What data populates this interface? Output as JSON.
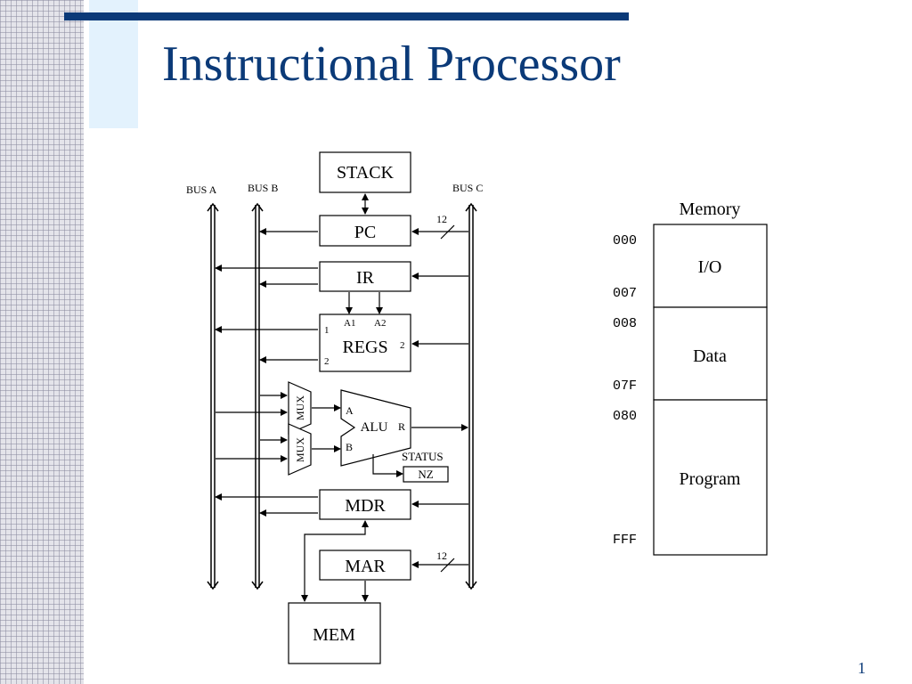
{
  "slide": {
    "title": "Instructional Processor",
    "page_number": "1",
    "accent_color": "#0b3a78"
  },
  "buses": {
    "a": "BUS A",
    "b": "BUS B",
    "c": "BUS C"
  },
  "blocks": {
    "stack": "STACK",
    "pc": "PC",
    "ir": "IR",
    "regs": "REGS",
    "regs_port_a1": "A1",
    "regs_port_a2": "A2",
    "regs_port_1": "1",
    "regs_port_2_left": "2",
    "regs_port_2_right": "2",
    "mux_top": "MUX",
    "mux_bottom": "MUX",
    "alu": "ALU",
    "alu_in_a": "A",
    "alu_in_b": "B",
    "alu_out_r": "R",
    "status": "STATUS",
    "status_flags": "NZ",
    "mdr": "MDR",
    "mar": "MAR",
    "mem": "MEM",
    "bus_width_pc": "12",
    "bus_width_mar": "12"
  },
  "memory_map": {
    "title": "Memory",
    "regions": [
      {
        "name": "I/O",
        "start": "000",
        "end": "007"
      },
      {
        "name": "Data",
        "start": "008",
        "end": "07F"
      },
      {
        "name": "Program",
        "start": "080",
        "end": "FFF"
      }
    ]
  }
}
